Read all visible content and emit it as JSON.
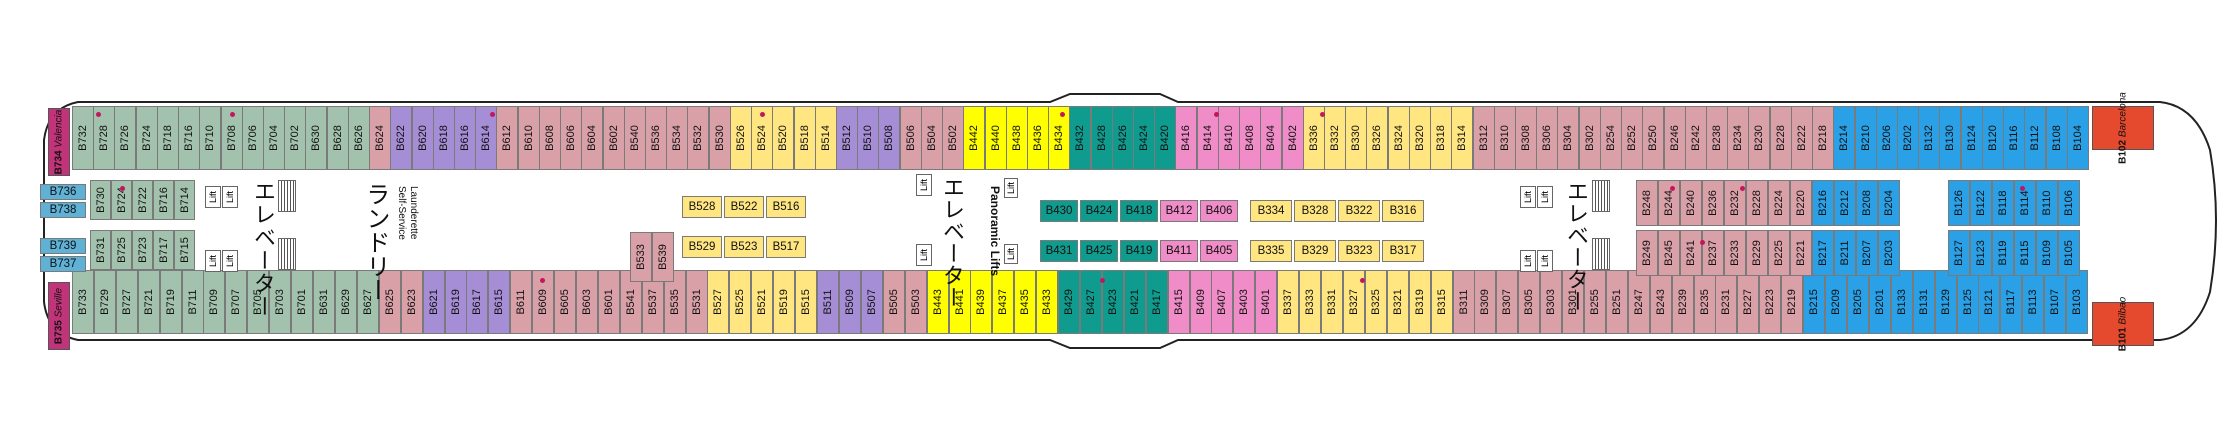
{
  "colors": {
    "pink_tan": "#d9a0a8",
    "sage": "#a3c2ad",
    "purple": "#a68ed6",
    "yellow": "#ffe680",
    "gold": "#ffc000",
    "bright_yellow": "#ffff00",
    "teal": "#0f9c8f",
    "hot_pink": "#f08cc7",
    "blue": "#2aa0e6",
    "lavender": "#d4d0ec",
    "light_blue": "#5fb2d6",
    "magenta": "#c2347a",
    "red": "#e64a2e",
    "outline": "#222222"
  },
  "signs": {
    "elevator": "エレベーター",
    "laundry": "ランドリー",
    "self_service": "Self-Service",
    "launderette": "Launderette",
    "panoramic_lifts": "Panoramic Lifts",
    "lift": "Lift"
  },
  "suites": {
    "valencia": {
      "code": "B734",
      "name": "Valencia"
    },
    "seville": {
      "code": "B735",
      "name": "Seville"
    },
    "barcelona": {
      "code": "B102",
      "name": "Barcelona"
    },
    "bilbao": {
      "code": "B101",
      "name": "Bilbao"
    }
  },
  "aft_cabins": [
    "B736",
    "B738",
    "B739",
    "B737"
  ],
  "top_row": [
    "B732",
    "B728",
    "B726",
    "B724",
    "B718",
    "B716",
    "B710",
    "B708",
    "B706",
    "B704",
    "B702",
    "B630",
    "B628",
    "B626",
    "B624",
    "B622",
    "B620",
    "B618",
    "B616",
    "B614",
    "B612",
    "B610",
    "B608",
    "B606",
    "B604",
    "B602",
    "B540",
    "B536",
    "B534",
    "B532",
    "B530",
    "B526",
    "B524",
    "B520",
    "B518",
    "B514",
    "B512",
    "B510",
    "B508",
    "B506",
    "B504",
    "B502",
    "B442",
    "B440",
    "B438",
    "B436",
    "B434",
    "B432",
    "B428",
    "B426",
    "B424",
    "B420",
    "B416",
    "B414",
    "B410",
    "B408",
    "B404",
    "B402",
    "B336",
    "B332",
    "B330",
    "B326",
    "B324",
    "B320",
    "B318",
    "B314",
    "B312",
    "B310",
    "B308",
    "B306",
    "B304",
    "B302",
    "B254",
    "B252",
    "B250",
    "B246",
    "B242",
    "B238",
    "B234",
    "B230",
    "B228",
    "B222",
    "B218",
    "B214",
    "B210",
    "B206",
    "B202",
    "B132",
    "B130",
    "B124",
    "B120",
    "B116",
    "B112",
    "B108",
    "B104"
  ],
  "bottom_row": [
    "B733",
    "B729",
    "B727",
    "B721",
    "B719",
    "B711",
    "B709",
    "B707",
    "B705",
    "B703",
    "B701",
    "B631",
    "B629",
    "B627",
    "B625",
    "B623",
    "B621",
    "B619",
    "B617",
    "B615",
    "B611",
    "B609",
    "B605",
    "B603",
    "B601",
    "B541",
    "B537",
    "B535",
    "B531",
    "B527",
    "B525",
    "B521",
    "B519",
    "B515",
    "B511",
    "B509",
    "B507",
    "B505",
    "B503",
    "B443",
    "B441",
    "B439",
    "B437",
    "B435",
    "B433",
    "B429",
    "B427",
    "B423",
    "B421",
    "B417",
    "B415",
    "B409",
    "B407",
    "B403",
    "B401",
    "B337",
    "B333",
    "B331",
    "B327",
    "B325",
    "B321",
    "B319",
    "B315",
    "B311",
    "B309",
    "B307",
    "B305",
    "B303",
    "B301",
    "B255",
    "B251",
    "B247",
    "B243",
    "B239",
    "B235",
    "B231",
    "B227",
    "B223",
    "B219",
    "B215",
    "B209",
    "B205",
    "B201",
    "B133",
    "B131",
    "B129",
    "B125",
    "B121",
    "B117",
    "B113",
    "B107",
    "B103"
  ],
  "aft_inner_top": [
    "B730",
    "B724",
    "B722",
    "B716",
    "B714"
  ],
  "aft_inner_bottom": [
    "B731",
    "B725",
    "B723",
    "B717",
    "B715"
  ],
  "midship_inner": [
    "B533",
    "B539"
  ],
  "inner_top_b5": [
    "B528",
    "B522",
    "B516"
  ],
  "inner_bottom_b5": [
    "B529",
    "B523",
    "B517"
  ],
  "inner_top_b4": [
    "B430",
    "B424",
    "B418",
    "B412",
    "B406"
  ],
  "inner_bottom_b4": [
    "B431",
    "B425",
    "B419",
    "B411",
    "B405"
  ],
  "inner_top_b3": [
    "B334",
    "B328",
    "B322",
    "B316"
  ],
  "inner_bottom_b3": [
    "B335",
    "B329",
    "B323",
    "B317"
  ],
  "fwd_inner_top": [
    "B248",
    "B244",
    "B240",
    "B236",
    "B232",
    "B228",
    "B224",
    "B220",
    "B216",
    "B212",
    "B208",
    "B204"
  ],
  "fwd_inner_bottom": [
    "B249",
    "B245",
    "B241",
    "B237",
    "B233",
    "B229",
    "B225",
    "B221",
    "B217",
    "B211",
    "B207",
    "B203"
  ],
  "bow_inner_top": [
    "B126",
    "B122",
    "B118",
    "B114",
    "B110",
    "B106"
  ],
  "bow_inner_bottom": [
    "B127",
    "B123",
    "B119",
    "B115",
    "B109",
    "B105"
  ]
}
